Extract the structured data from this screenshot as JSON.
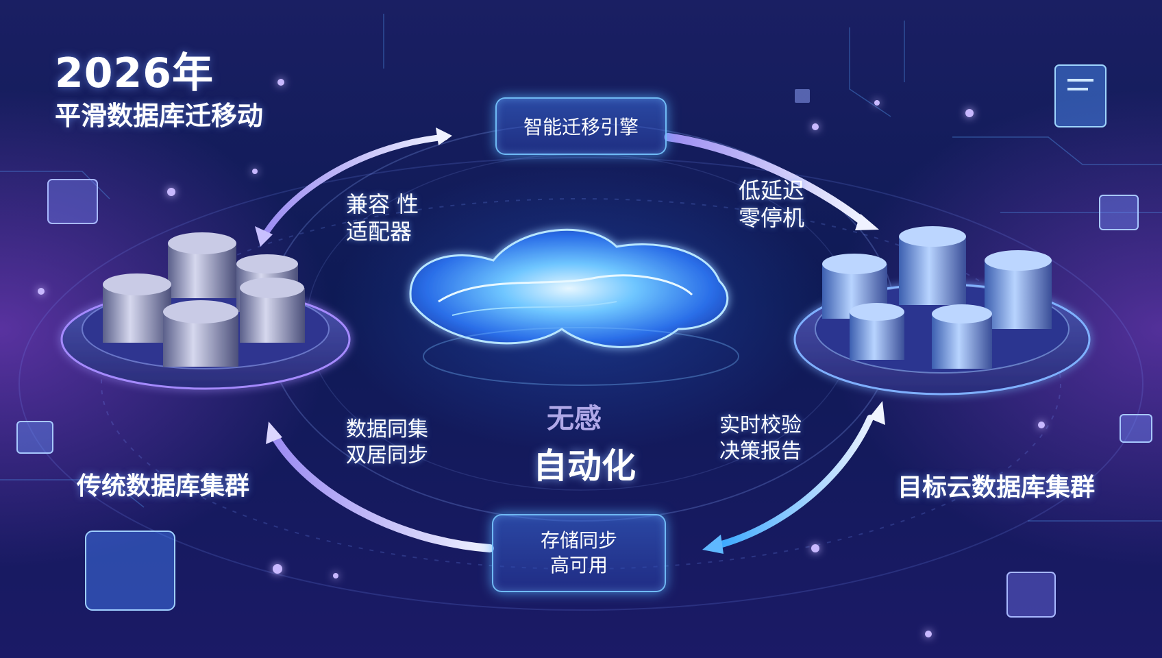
{
  "title": {
    "year": "2026年",
    "subtitle": "平滑数据库迁移动"
  },
  "engine": {
    "label": "智能迁移引擎"
  },
  "features": {
    "compat": [
      "兼容 性",
      "适配器"
    ],
    "latency": [
      "低延迟",
      "零停机"
    ],
    "sync": [
      "数据同集",
      "双居同步"
    ],
    "verify": [
      "实时校验",
      "决策报告"
    ]
  },
  "bottom_box": {
    "lines": [
      "存储同步",
      "高可用"
    ]
  },
  "center": {
    "top": "无感",
    "main": "自动化"
  },
  "clusters": {
    "source": "传统数据库集群",
    "target": "目标云数据库集群"
  },
  "icons": [
    "cloud-icon",
    "database-icon",
    "cube-icon",
    "arrow-icon"
  ],
  "colors": {
    "accent": "#5fc8ff",
    "glow": "#7fb7ff",
    "purple": "#8a4fe0"
  }
}
